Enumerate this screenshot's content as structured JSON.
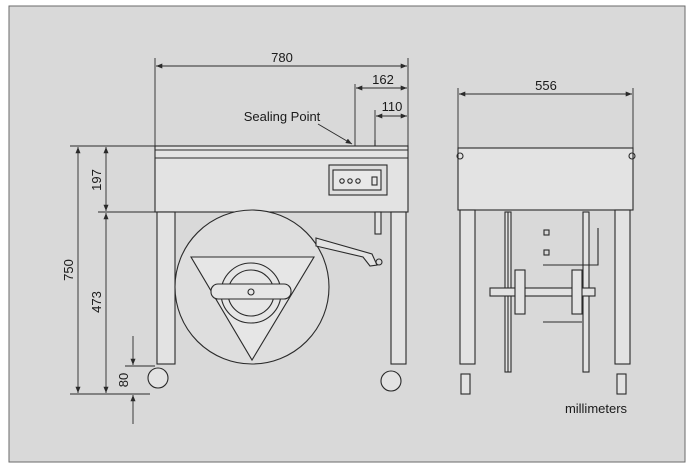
{
  "dimensions": {
    "overall_width": "780",
    "sealing_offset": "162",
    "sealing_width": "110",
    "side_width": "556",
    "total_height": "750",
    "table_height": "197",
    "body_height": "473",
    "wheel_height": "80"
  },
  "labels": {
    "sealing_point": "Sealing Point",
    "units": "millimeters"
  },
  "colors": {
    "background": "#dcdcdc",
    "line": "#2a2a2a",
    "frame": "#e2e2e2"
  }
}
